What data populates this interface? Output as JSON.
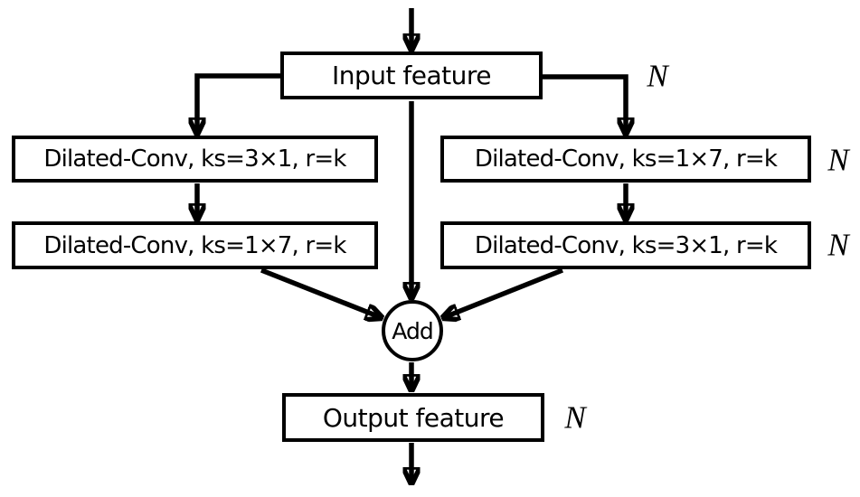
{
  "colors": {
    "background": "#ffffff",
    "line": "#000000",
    "box_fill": "#ffffff"
  },
  "nodes": {
    "input": {
      "label": "Input feature"
    },
    "left_conv_top": {
      "label": "Dilated-Conv, ks=3×1, r=k"
    },
    "left_conv_bottom": {
      "label": "Dilated-Conv, ks=1×7, r=k"
    },
    "right_conv_top": {
      "label": "Dilated-Conv, ks=1×7, r=k"
    },
    "right_conv_bottom": {
      "label": "Dilated-Conv, ks=3×1, r=k"
    },
    "add": {
      "label": "Add"
    },
    "output": {
      "label": "Output feature"
    }
  },
  "dim_labels": {
    "input": "N",
    "right_conv_top": "N",
    "right_conv_bottom": "N",
    "output": "N"
  }
}
